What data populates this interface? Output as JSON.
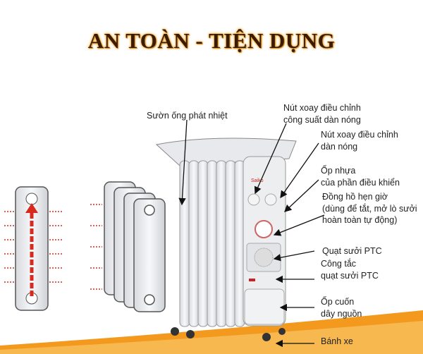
{
  "title": "AN TOÀN - TIỆN DỤNG",
  "brand_logo": "Saiko",
  "labels": {
    "fins": "Sườn ống phát nhiệt",
    "power_knob": [
      "Nút xoay điều chỉnh",
      "công suất dàn nóng"
    ],
    "heat_knob": [
      "Nút xoay điều chỉnh",
      "dàn nóng"
    ],
    "control_cover": [
      "Ốp nhựa",
      "của phần điều khiển"
    ],
    "timer": [
      "Đồng hồ hẹn giờ",
      "(dùng để tắt, mở lò sưởi",
      "hoàn toàn tự động)"
    ],
    "ptc_fan": "Quạt sưởi PTC",
    "ptc_switch": [
      "Công tắc",
      "quạt sưởi PTC"
    ],
    "cord_cover": [
      "Ốp cuốn",
      "dây nguồn"
    ],
    "wheels": "Bánh xe"
  },
  "colors": {
    "accent": "#f39a1e",
    "arrow": "#d9281e",
    "title": "#3a1c05"
  }
}
